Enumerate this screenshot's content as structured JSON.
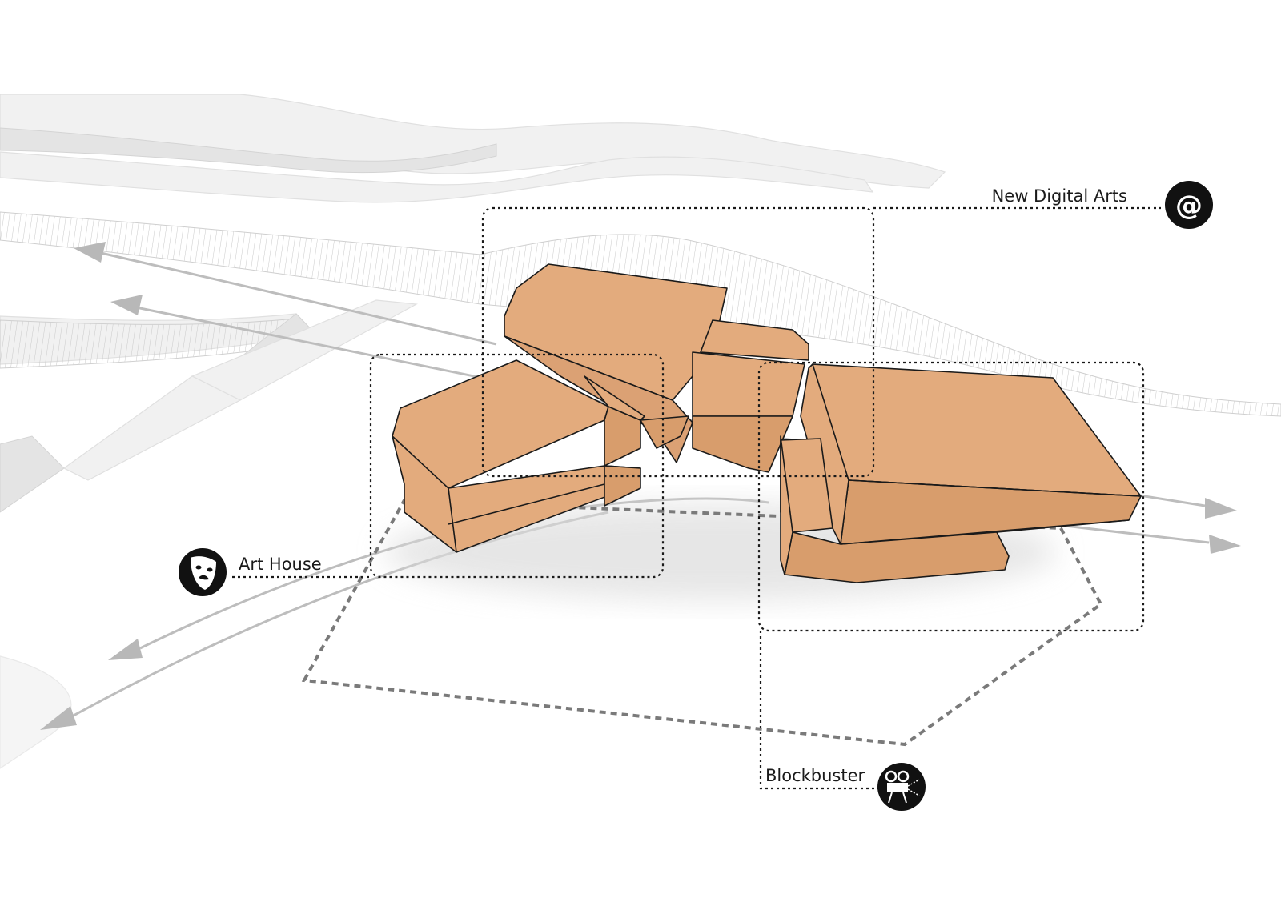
{
  "labels": {
    "digital": "New Digital Arts",
    "arthouse": "Art House",
    "blockbuster": "Blockbuster"
  },
  "icons": {
    "digital": "at-sign-icon",
    "arthouse": "theater-masks-icon",
    "blockbuster": "film-projector-icon"
  },
  "colors": {
    "volume_fill": "#e3ab7d",
    "volume_side": "#d89d6c",
    "icon_bg": "#111111",
    "line": "#1a1a1a",
    "site_boundary": "#7a7a7a",
    "flow": "#bdbdbd"
  }
}
